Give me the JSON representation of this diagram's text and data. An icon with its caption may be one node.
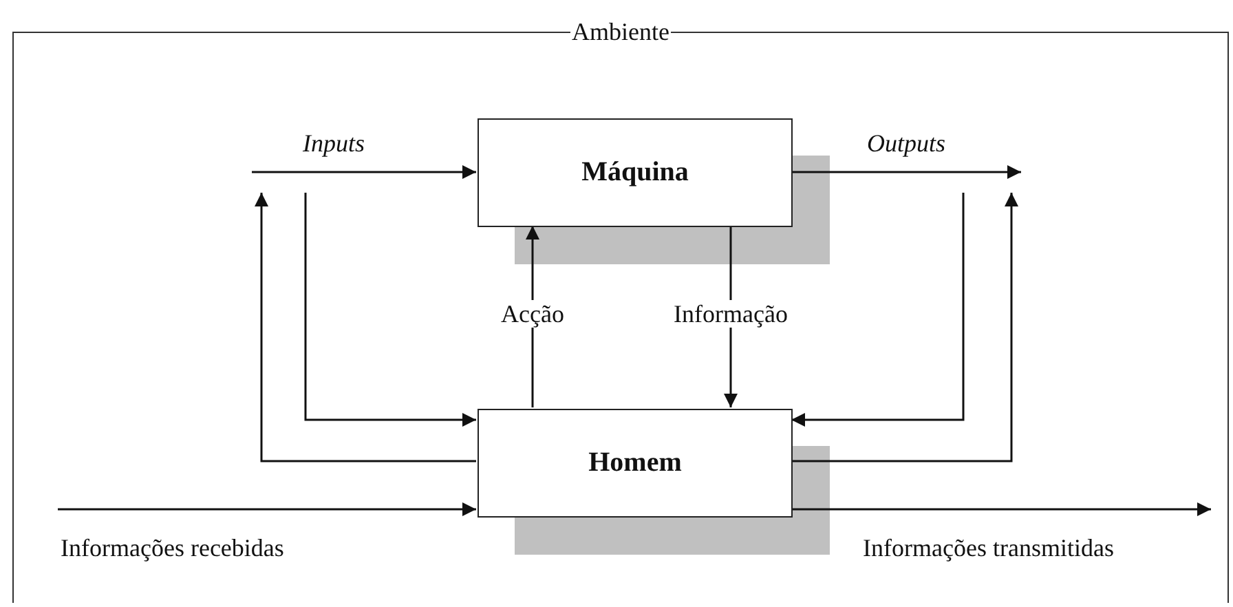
{
  "diagram": {
    "nodes": [
      {
        "text": [
          "Ambiente"
        ]
      },
      {
        "text": [
          "Máquina"
        ],
        "in": 0
      },
      {
        "text": [
          "Homem"
        ],
        "in": 0
      }
    ],
    "edges": [
      {
        "from": null,
        "to": 1,
        "arrow": "to",
        "label": "Inputs"
      },
      {
        "from": 1,
        "to": null,
        "arrow": "to",
        "label": "Outputs"
      },
      {
        "from": 2,
        "to": 1,
        "arrow": "to",
        "label": "Acção"
      },
      {
        "from": 1,
        "to": 2,
        "arrow": "to",
        "label": "Informação"
      },
      {
        "from": null,
        "to": 2,
        "arrow": "to"
      },
      {
        "from": 2,
        "to": null,
        "arrow": "to"
      },
      {
        "from": null,
        "to": 2,
        "arrow": "to"
      },
      {
        "from": 2,
        "to": null,
        "arrow": "to"
      },
      {
        "from": null,
        "to": 2,
        "arrow": "to",
        "label": "Informações recebidas"
      },
      {
        "from": 2,
        "to": null,
        "arrow": "to",
        "label": "Informações transmitidas"
      }
    ]
  }
}
